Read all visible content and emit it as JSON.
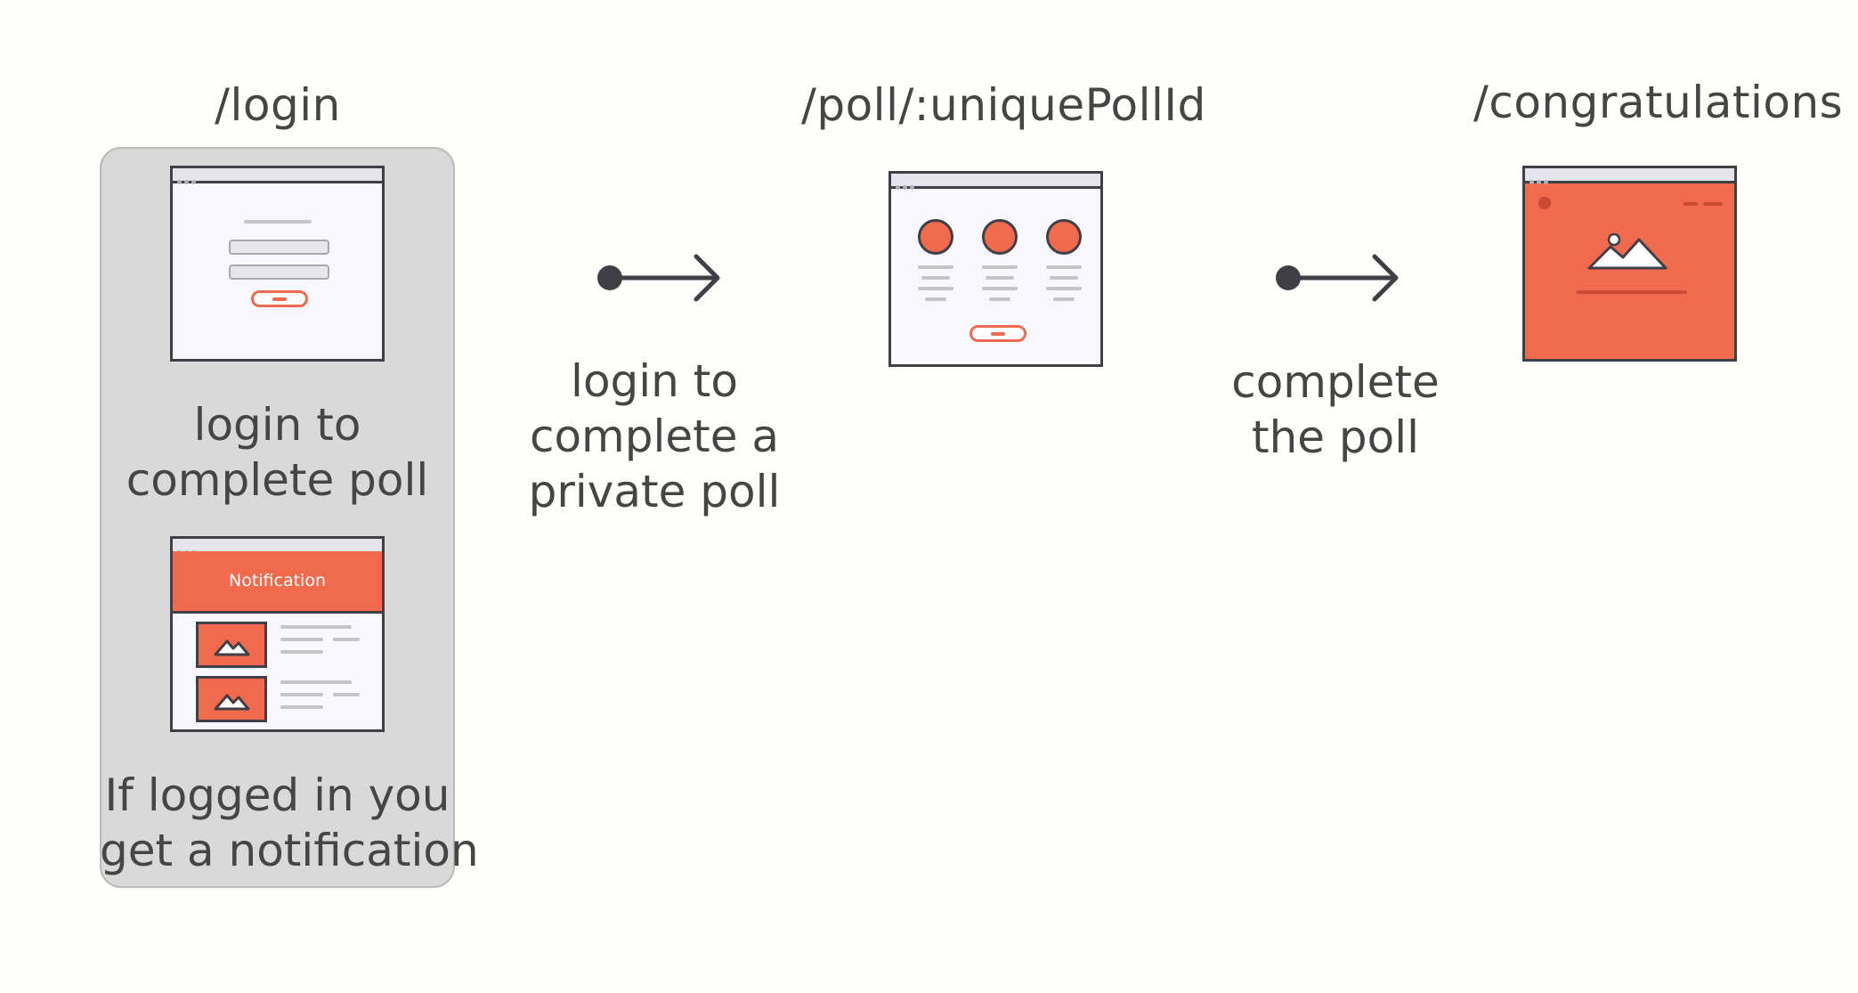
{
  "steps": [
    {
      "route": "/login"
    },
    {
      "route": "/poll/:uniquePollId"
    },
    {
      "route": "/congratulations"
    }
  ],
  "login_panel": {
    "caption_primary": [
      "login to",
      "complete poll"
    ],
    "caption_secondary": [
      "If logged in you",
      "get a notification"
    ],
    "notification_header": "Notification"
  },
  "transitions": [
    {
      "caption": [
        "login to",
        "complete a",
        "private poll"
      ]
    },
    {
      "caption": [
        "complete",
        "the poll"
      ]
    }
  ],
  "colors": {
    "background": "#fefefb",
    "panel": "#d9d9da",
    "accent": "#f26a4d",
    "outline": "#3f3f45",
    "text": "#454545"
  },
  "icons": [
    "arrow-right-icon",
    "image-icon",
    "browser-window-icon"
  ]
}
